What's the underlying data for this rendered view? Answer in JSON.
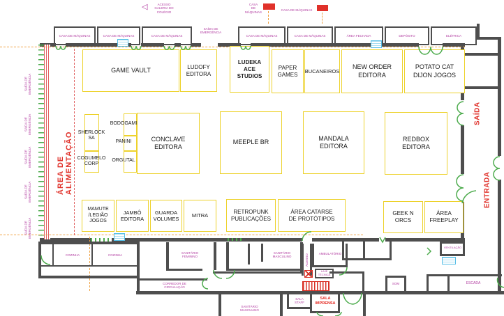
{
  "colors": {
    "booth_border": "#EDD22B",
    "wall": "#4E4E4E",
    "label_magenta": "#B13BA0",
    "label_red": "#E0312A",
    "door_green": "#4CAB4C",
    "dashed_orange": "#F0A243",
    "marker_blue": "#55BEE6",
    "hatch_red": "#D93025"
  },
  "top": {
    "access_label": "ACESSO\nGALERIA DO\nCOLÉGIO",
    "machine_tag_multiline": "CASA\nDE\nMÁQUINAS",
    "machine_tag_inline": "CASA DE MÁQUINAS",
    "emergency_exit_label": "SAÍDA DE\nEMERGÊNCIA",
    "service_rooms": [
      "CASA DE MÁQUINAS",
      "CASA DE MÁQUINAS",
      "CASA DE MÁQUINAS",
      "CASA DE MÁQUINAS",
      "CASA DE MÁQUINAS",
      "ÁREA FECHADA",
      "DEPÓSITO",
      "ELÉTRICA"
    ]
  },
  "left": {
    "food_area_label": "ÁREA DE ALIMENTAÇÃO",
    "emergency_exit_labels": [
      "SAÍDA DE\nEMERGÊNCIA",
      "SAÍDA DE\nEMERGÊNCIA",
      "SAÍDA DE\nEMERGÊNCIA",
      "SAÍDA DE\nEMERGÊNCIA",
      "SAÍDA DE\nEMERGÊNCIA"
    ]
  },
  "right": {
    "exit_label": "SAÍDA",
    "entrance_label": "ENTRADA"
  },
  "booths": [
    {
      "label": "GAME VAULT"
    },
    {
      "label": "LUDOFY\nEDITORA"
    },
    {
      "label": "LUDEKA\nACE\nSTUDIOS"
    },
    {
      "label": "PAPER\nGAMES"
    },
    {
      "label": "BUCANEIROS"
    },
    {
      "label": "NEW ORDER\nEDITORA"
    },
    {
      "label": "POTATO CAT\nDIJON JOGOS"
    },
    {
      "label": "SHERLOCK\nSA"
    },
    {
      "label": "COGUMELO\nCORP"
    },
    {
      "label": "BODOGAMI"
    },
    {
      "label": "PANINI"
    },
    {
      "label": "ORGUTAL"
    },
    {
      "label": "CONCLAVE\nEDITORA"
    },
    {
      "label": "MEEPLE BR"
    },
    {
      "label": "MANDALA\nEDITORA"
    },
    {
      "label": "REDBOX\nEDITORA"
    },
    {
      "label": "MAMUTE\n/LEGIÃO\nJOGOS"
    },
    {
      "label": "JAMBÔ\nEDITORA"
    },
    {
      "label": "GUARDA\nVOLUMES"
    },
    {
      "label": "MITRA"
    },
    {
      "label": "RETROPUNK\nPUBLICAÇÕES"
    },
    {
      "label": "ÁREA CATARSE\nDE PROTÓTIPOS"
    },
    {
      "label": "GEEK N\nORCS"
    },
    {
      "label": "ÁREA\nFREEPLAY"
    }
  ],
  "bottom": {
    "kitchen_1": "COZINHA",
    "kitchen_2": "COZINHA",
    "wc_female": "SANITÁRIO\nFEMININO",
    "wc_male": "SANITÁRIO\nMASCULINO",
    "wc_male_lower": "SANITÁRIO\nMASCULINO",
    "access_vertical": "ACESSO",
    "ambulatory": "AMBULATÓRIO",
    "technical_slab": "LAJE\nTÉCNICA",
    "corridor": "CORREDOR DE\nCIRCULAÇÃO",
    "staff_room": "SALA\nSTAFF",
    "press_room": "SALA\nIMPRENSA",
    "sound_room": "SOM",
    "stairs": "ESCADA",
    "ventilation": "VENTILAÇÃO"
  }
}
